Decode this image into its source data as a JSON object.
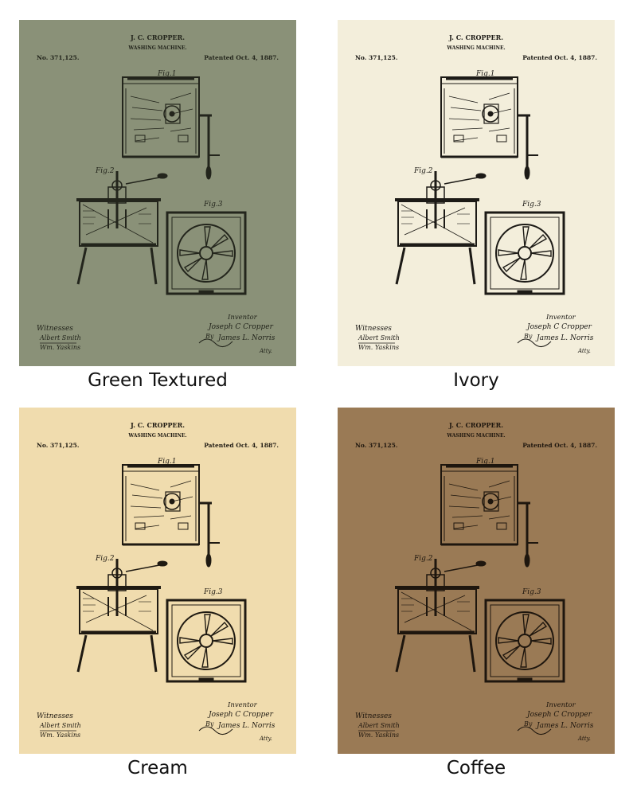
{
  "variants": [
    {
      "label": "Green Textured",
      "bg": "#8a9178",
      "ink": "#23251c"
    },
    {
      "label": "Ivory",
      "bg": "#f3eedb",
      "ink": "#1c1a16"
    },
    {
      "label": "Cream",
      "bg": "#f0dcae",
      "ink": "#1f1a12"
    },
    {
      "label": "Coffee",
      "bg": "#9a7a55",
      "ink": "#1e160e"
    }
  ],
  "patent": {
    "inventor_name": "J. C. CROPPER.",
    "title": "WASHING MACHINE.",
    "number": "No. 371,125.",
    "date": "Patented Oct. 4, 1887.",
    "fig1": "Fig.1",
    "fig2": "Fig.2",
    "fig3": "Fig.3",
    "witnesses_label": "Witnesses",
    "witness1": "Albert Smith",
    "witness2": "Wm. Yaskins",
    "inventor_label": "Inventor",
    "inventor_signature": "Joseph C Cropper",
    "by": "By",
    "attorney": "James L. Norris",
    "atty": "Atty."
  }
}
